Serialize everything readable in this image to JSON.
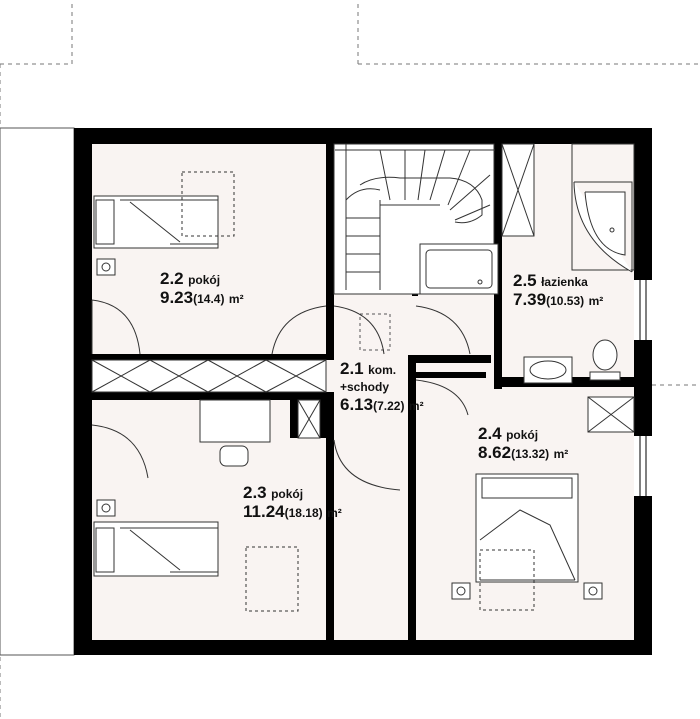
{
  "rooms": {
    "r22": {
      "number": "2.2",
      "name": "pokój",
      "area": "9.23",
      "area_total": "(14.4)",
      "unit": "m²"
    },
    "r23": {
      "number": "2.3",
      "name": "pokój",
      "area": "11.24",
      "area_total": "(18.18)",
      "unit": "m²"
    },
    "r24": {
      "number": "2.4",
      "name": "pokój",
      "area": "8.62",
      "area_total": "(13.32)",
      "unit": "m²"
    },
    "r25": {
      "number": "2.5",
      "name": "łazienka",
      "area": "7.39",
      "area_total": "(10.53)",
      "unit": "m²"
    },
    "r21": {
      "number": "2.1",
      "name_line1": "kom.",
      "name_line2": "+schody",
      "area": "6.13",
      "area_total": "(7.22)",
      "unit": "m²"
    }
  },
  "colors": {
    "wall": "#000000",
    "floor": "#f9f4f2",
    "line": "#555555",
    "dashed": "#777777"
  }
}
